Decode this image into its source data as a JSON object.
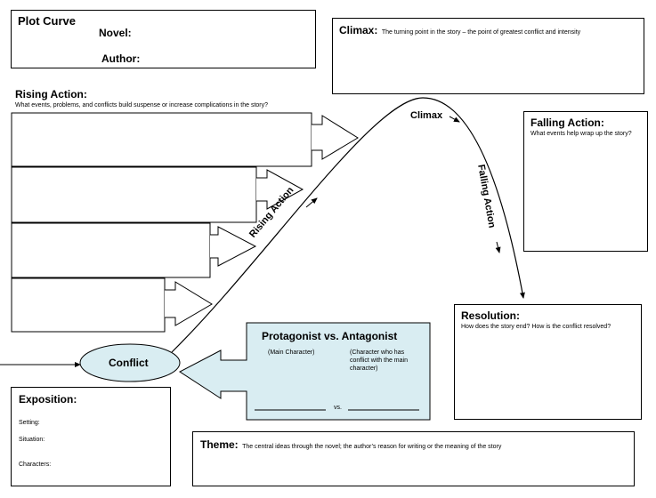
{
  "header": {
    "title": "Plot Curve",
    "novel_label": "Novel:",
    "author_label": "Author:"
  },
  "climax_box": {
    "title": "Climax:",
    "description": "The turning point in the story – the point of greatest conflict and intensity"
  },
  "rising_action": {
    "title": "Rising Action:",
    "prompt": "What events, problems, and conflicts build suspense or increase complications in the story?"
  },
  "curve_labels": {
    "climax": "Climax",
    "rising": "Rising Action",
    "falling": "Falling Action",
    "conflict": "Conflict"
  },
  "falling_action": {
    "title": "Falling Action:",
    "prompt": "What events help wrap up the story?"
  },
  "resolution": {
    "title": "Resolution:",
    "prompt": "How does the story end?  How is the conflict resolved?"
  },
  "protagonist": {
    "title": "Protagonist vs. Antagonist",
    "left_note": "(Main Character)",
    "right_note": "(Character who has conflict with the main character)",
    "vs": "vs."
  },
  "exposition": {
    "title": "Exposition:",
    "setting": "Setting:",
    "situation": "Situation:",
    "characters": "Characters:"
  },
  "theme": {
    "title": "Theme:",
    "description": "The central ideas through the novel; the author’s reason for writing or the meaning of the story"
  }
}
